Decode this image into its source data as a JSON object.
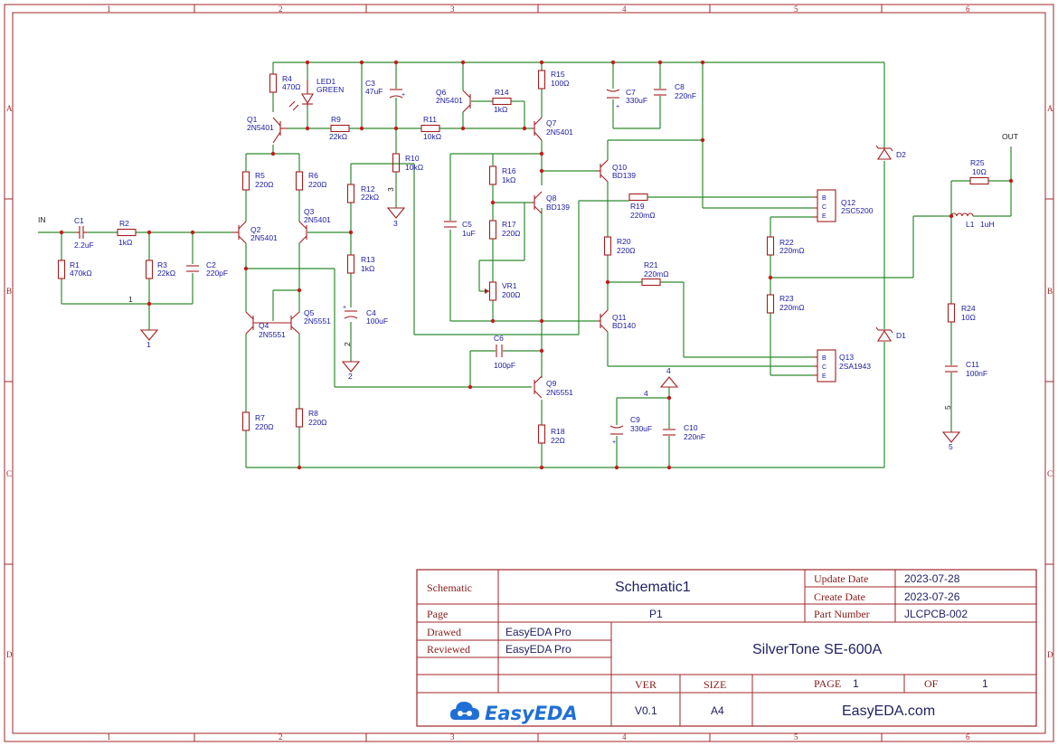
{
  "frame": {
    "columns": [
      "1",
      "2",
      "3",
      "4",
      "5",
      "6"
    ],
    "rows": [
      "A",
      "B",
      "C",
      "D"
    ]
  },
  "net_labels": {
    "in": "IN",
    "out": "OUT",
    "g1_top": "1",
    "g1_bot": "1",
    "g2_top": "2",
    "g2_bot": "2",
    "g3_top": "3",
    "g3_bot": "3",
    "p4_a": "4",
    "p4_b": "4",
    "g5_top": "5",
    "g5_bot": "5"
  },
  "components": {
    "R1": {
      "ref": "R1",
      "val": "470kΩ"
    },
    "C1": {
      "ref": "C1",
      "val": "2.2uF"
    },
    "R2": {
      "ref": "R2",
      "val": "1kΩ"
    },
    "R3": {
      "ref": "R3",
      "val": "22kΩ"
    },
    "C2": {
      "ref": "C2",
      "val": "220pF"
    },
    "R4": {
      "ref": "R4",
      "val": "470Ω"
    },
    "LED1": {
      "ref": "LED1",
      "val": "GREEN"
    },
    "C3": {
      "ref": "C3",
      "val": "47uF"
    },
    "Q1": {
      "ref": "Q1",
      "val": "2N5401"
    },
    "R9": {
      "ref": "R9",
      "val": "22kΩ"
    },
    "R11": {
      "ref": "R11",
      "val": "10kΩ"
    },
    "Q6": {
      "ref": "Q6",
      "val": "2N5401"
    },
    "R14": {
      "ref": "R14",
      "val": "1kΩ"
    },
    "R15": {
      "ref": "R15",
      "val": "100Ω"
    },
    "Q7": {
      "ref": "Q7",
      "val": "2N5401"
    },
    "C7": {
      "ref": "C7",
      "val": "330uF"
    },
    "C8": {
      "ref": "C8",
      "val": "220nF"
    },
    "R10": {
      "ref": "R10",
      "val": "10kΩ"
    },
    "R5": {
      "ref": "R5",
      "val": "220Ω"
    },
    "R6": {
      "ref": "R6",
      "val": "220Ω"
    },
    "Q2": {
      "ref": "Q2",
      "val": "2N5401"
    },
    "Q3": {
      "ref": "Q3",
      "val": "2N5401"
    },
    "R12": {
      "ref": "R12",
      "val": "22kΩ"
    },
    "R13": {
      "ref": "R13",
      "val": "1kΩ"
    },
    "C4": {
      "ref": "C4",
      "val": "100uF"
    },
    "Q4": {
      "ref": "Q4",
      "val": "2N5551"
    },
    "Q5": {
      "ref": "Q5",
      "val": "2N5551"
    },
    "R7": {
      "ref": "R7",
      "val": "220Ω"
    },
    "R8": {
      "ref": "R8",
      "val": "220Ω"
    },
    "R16": {
      "ref": "R16",
      "val": "1kΩ"
    },
    "R17": {
      "ref": "R17",
      "val": "220Ω"
    },
    "VR1": {
      "ref": "VR1",
      "val": "200Ω"
    },
    "C5": {
      "ref": "C5",
      "val": "1uF"
    },
    "Q8": {
      "ref": "Q8",
      "val": "BD139"
    },
    "Q10": {
      "ref": "Q10",
      "val": "BD139"
    },
    "R19": {
      "ref": "R19",
      "val": "220mΩ"
    },
    "R20": {
      "ref": "R20",
      "val": "220Ω"
    },
    "R21": {
      "ref": "R21",
      "val": "220mΩ"
    },
    "Q11": {
      "ref": "Q11",
      "val": "BD140"
    },
    "C6": {
      "ref": "C6",
      "val": "100pF"
    },
    "Q9": {
      "ref": "Q9",
      "val": "2N5551"
    },
    "R18": {
      "ref": "R18",
      "val": "22Ω"
    },
    "C9": {
      "ref": "C9",
      "val": "330uF"
    },
    "C10": {
      "ref": "C10",
      "val": "220nF"
    },
    "Q12": {
      "ref": "Q12",
      "val": "2SC5200"
    },
    "Q13": {
      "ref": "Q13",
      "val": "2SA1943"
    },
    "R22": {
      "ref": "R22",
      "val": "220mΩ"
    },
    "R23": {
      "ref": "R23",
      "val": "220mΩ"
    },
    "D1": {
      "ref": "D1",
      "val": ""
    },
    "D2": {
      "ref": "D2",
      "val": ""
    },
    "R25": {
      "ref": "R25",
      "val": "10Ω"
    },
    "L1": {
      "ref": "L1",
      "val": "1uH"
    },
    "R24": {
      "ref": "R24",
      "val": "10Ω"
    },
    "C11": {
      "ref": "C11",
      "val": "100nF"
    }
  },
  "pin_letters": [
    "B",
    "C",
    "E"
  ],
  "title_block": {
    "schematic_label": "Schematic",
    "schematic_value": "Schematic1",
    "page_label": "Page",
    "page_value": "P1",
    "update_label": "Update Date",
    "update_value": "2023-07-28",
    "create_label": "Create Date",
    "create_value": "2023-07-26",
    "part_label": "Part Number",
    "part_value": "JLCPCB-002",
    "drawed_label": "Drawed",
    "drawed_value": "EasyEDA Pro",
    "reviewed_label": "Reviewed",
    "reviewed_value": "EasyEDA Pro",
    "project_title": "SilverTone SE-600A",
    "ver_label": "VER",
    "ver_value": "V0.1",
    "size_label": "SIZE",
    "size_value": "A4",
    "page_num_label": "PAGE",
    "page_num": "1",
    "of_label": "OF",
    "page_total": "1",
    "logo_text": "EasyEDA",
    "site": "EasyEDA.com"
  },
  "colors": {
    "wire": "#2e8b2e",
    "part": "#a51d1d",
    "label": "#1a1aa6",
    "frame": "#a0262a",
    "logo": "#1f6fd6"
  }
}
